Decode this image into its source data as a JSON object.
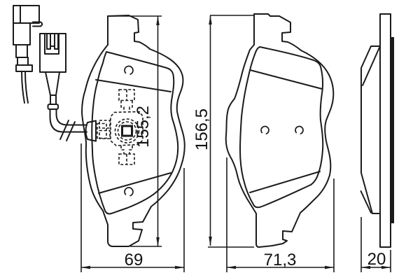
{
  "drawing": {
    "background": "#ffffff",
    "line_color": "#1b1b1b",
    "dims": {
      "pad1_height": "155,2",
      "pad2_height": "156,5",
      "pad1_width": "69",
      "pad2_width": "71,3",
      "thickness": "20"
    }
  }
}
